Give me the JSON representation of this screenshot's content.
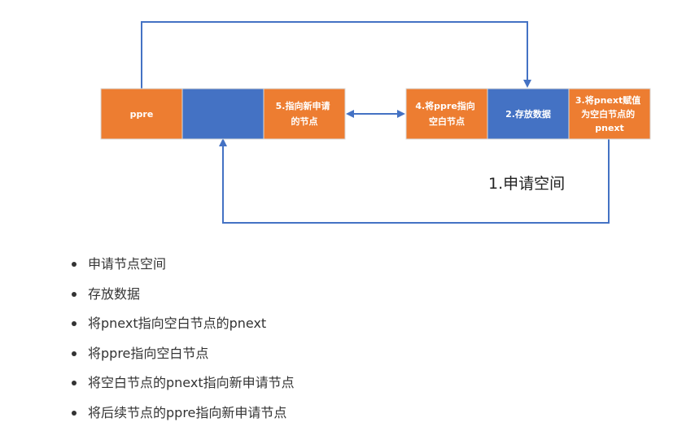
{
  "diagram": {
    "colors": {
      "orange": "#ED7D31",
      "blue": "#4472C4",
      "line": "#4472C4"
    },
    "left_node": {
      "prev_label": "ppre",
      "next_label_lines": [
        "5.指向新申请",
        "的节点"
      ]
    },
    "right_node": {
      "prev_label_lines": [
        "4.将ppre指向",
        "空白节点"
      ],
      "data_label": "2.存放数据",
      "next_label_lines": [
        "3.将pnext赋值",
        "为空白节点的",
        "pnext"
      ]
    },
    "caption": "1.申请空间"
  },
  "steps": [
    "申请节点空间",
    "存放数据",
    "将pnext指向空白节点的pnext",
    "将ppre指向空白节点",
    "将空白节点的pnext指向新申请节点",
    "将后续节点的ppre指向新申请节点"
  ]
}
